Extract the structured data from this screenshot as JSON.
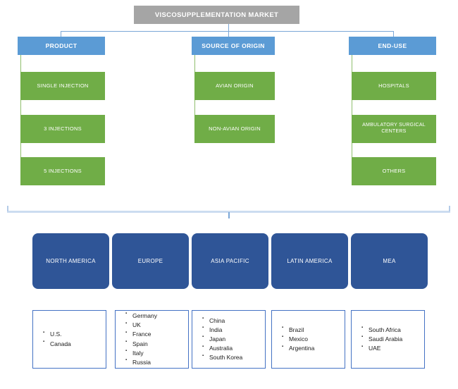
{
  "title": "VISCOSUPPLEMENTATION MARKET",
  "colors": {
    "title_gray": "#A5A5A5",
    "header_blue": "#5B9BD5",
    "leaf_green": "#70AD47",
    "region_navy": "#2F5597",
    "country_border": "#4472C4",
    "connector_blue": "#7BA7D7",
    "connector_green": "#8FBF6D",
    "bracket": "#CCDCF0"
  },
  "segments": [
    {
      "header": "PRODUCT",
      "items": [
        "SINGLE INJECTION",
        "3 INJECTIONS",
        "5 INJECTIONS"
      ]
    },
    {
      "header": "SOURCE OF ORIGIN",
      "items": [
        "AVIAN ORIGIN",
        "NON-AVIAN ORIGIN"
      ]
    },
    {
      "header": "END-USE",
      "items": [
        "HOSPITALS",
        "AMBULATORY SURGICAL CENTERS",
        "OTHERS"
      ]
    }
  ],
  "regions": [
    {
      "name": "NORTH AMERICA",
      "countries": [
        "U.S.",
        "Canada"
      ]
    },
    {
      "name": "EUROPE",
      "countries": [
        "Germany",
        "UK",
        "France",
        "Spain",
        "Italy",
        "Russia"
      ]
    },
    {
      "name": "ASIA PACIFIC",
      "countries": [
        "China",
        "India",
        "Japan",
        "Australia",
        "South Korea"
      ]
    },
    {
      "name": "LATIN AMERICA",
      "countries": [
        "Brazil",
        "Mexico",
        "Argentina"
      ]
    },
    {
      "name": "MEA",
      "countries": [
        "South Africa",
        "Saudi Arabia",
        "UAE"
      ]
    }
  ]
}
